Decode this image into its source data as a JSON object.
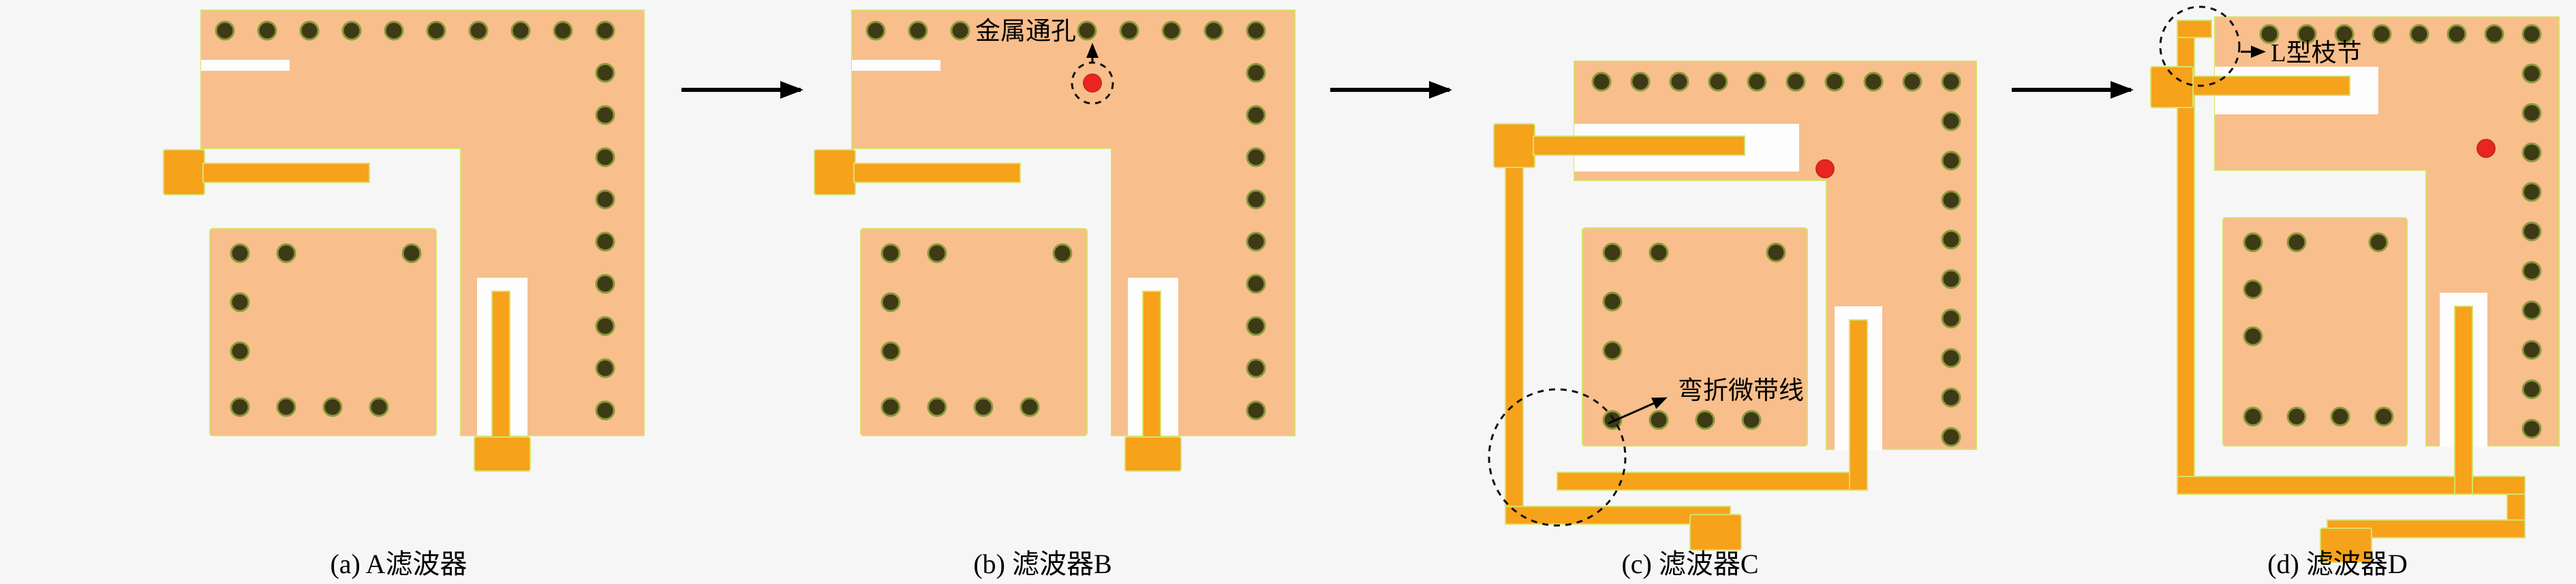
{
  "figure": {
    "background_color": "#f6f6f6",
    "colors": {
      "substrate_patch": "#F8BE8C",
      "microstrip_trace": "#F6A21B",
      "patch_outline": "#D9E06B",
      "ground_via": "#3F3A16",
      "ground_via_ring": "#8A9A3A",
      "metal_via_red": "#E8251F",
      "slot_cut": "#FDFDFD",
      "annotation": "#000000"
    },
    "panels": [
      {
        "id": "a",
        "caption": "(a) A滤波器"
      },
      {
        "id": "b",
        "caption": "(b) 滤波器B",
        "annotation": "金属通孔"
      },
      {
        "id": "c",
        "caption": "(c) 滤波器C",
        "annotation": "弯折微带线"
      },
      {
        "id": "d",
        "caption": "(d) 滤波器D",
        "annotation": "L型枝节"
      }
    ]
  }
}
